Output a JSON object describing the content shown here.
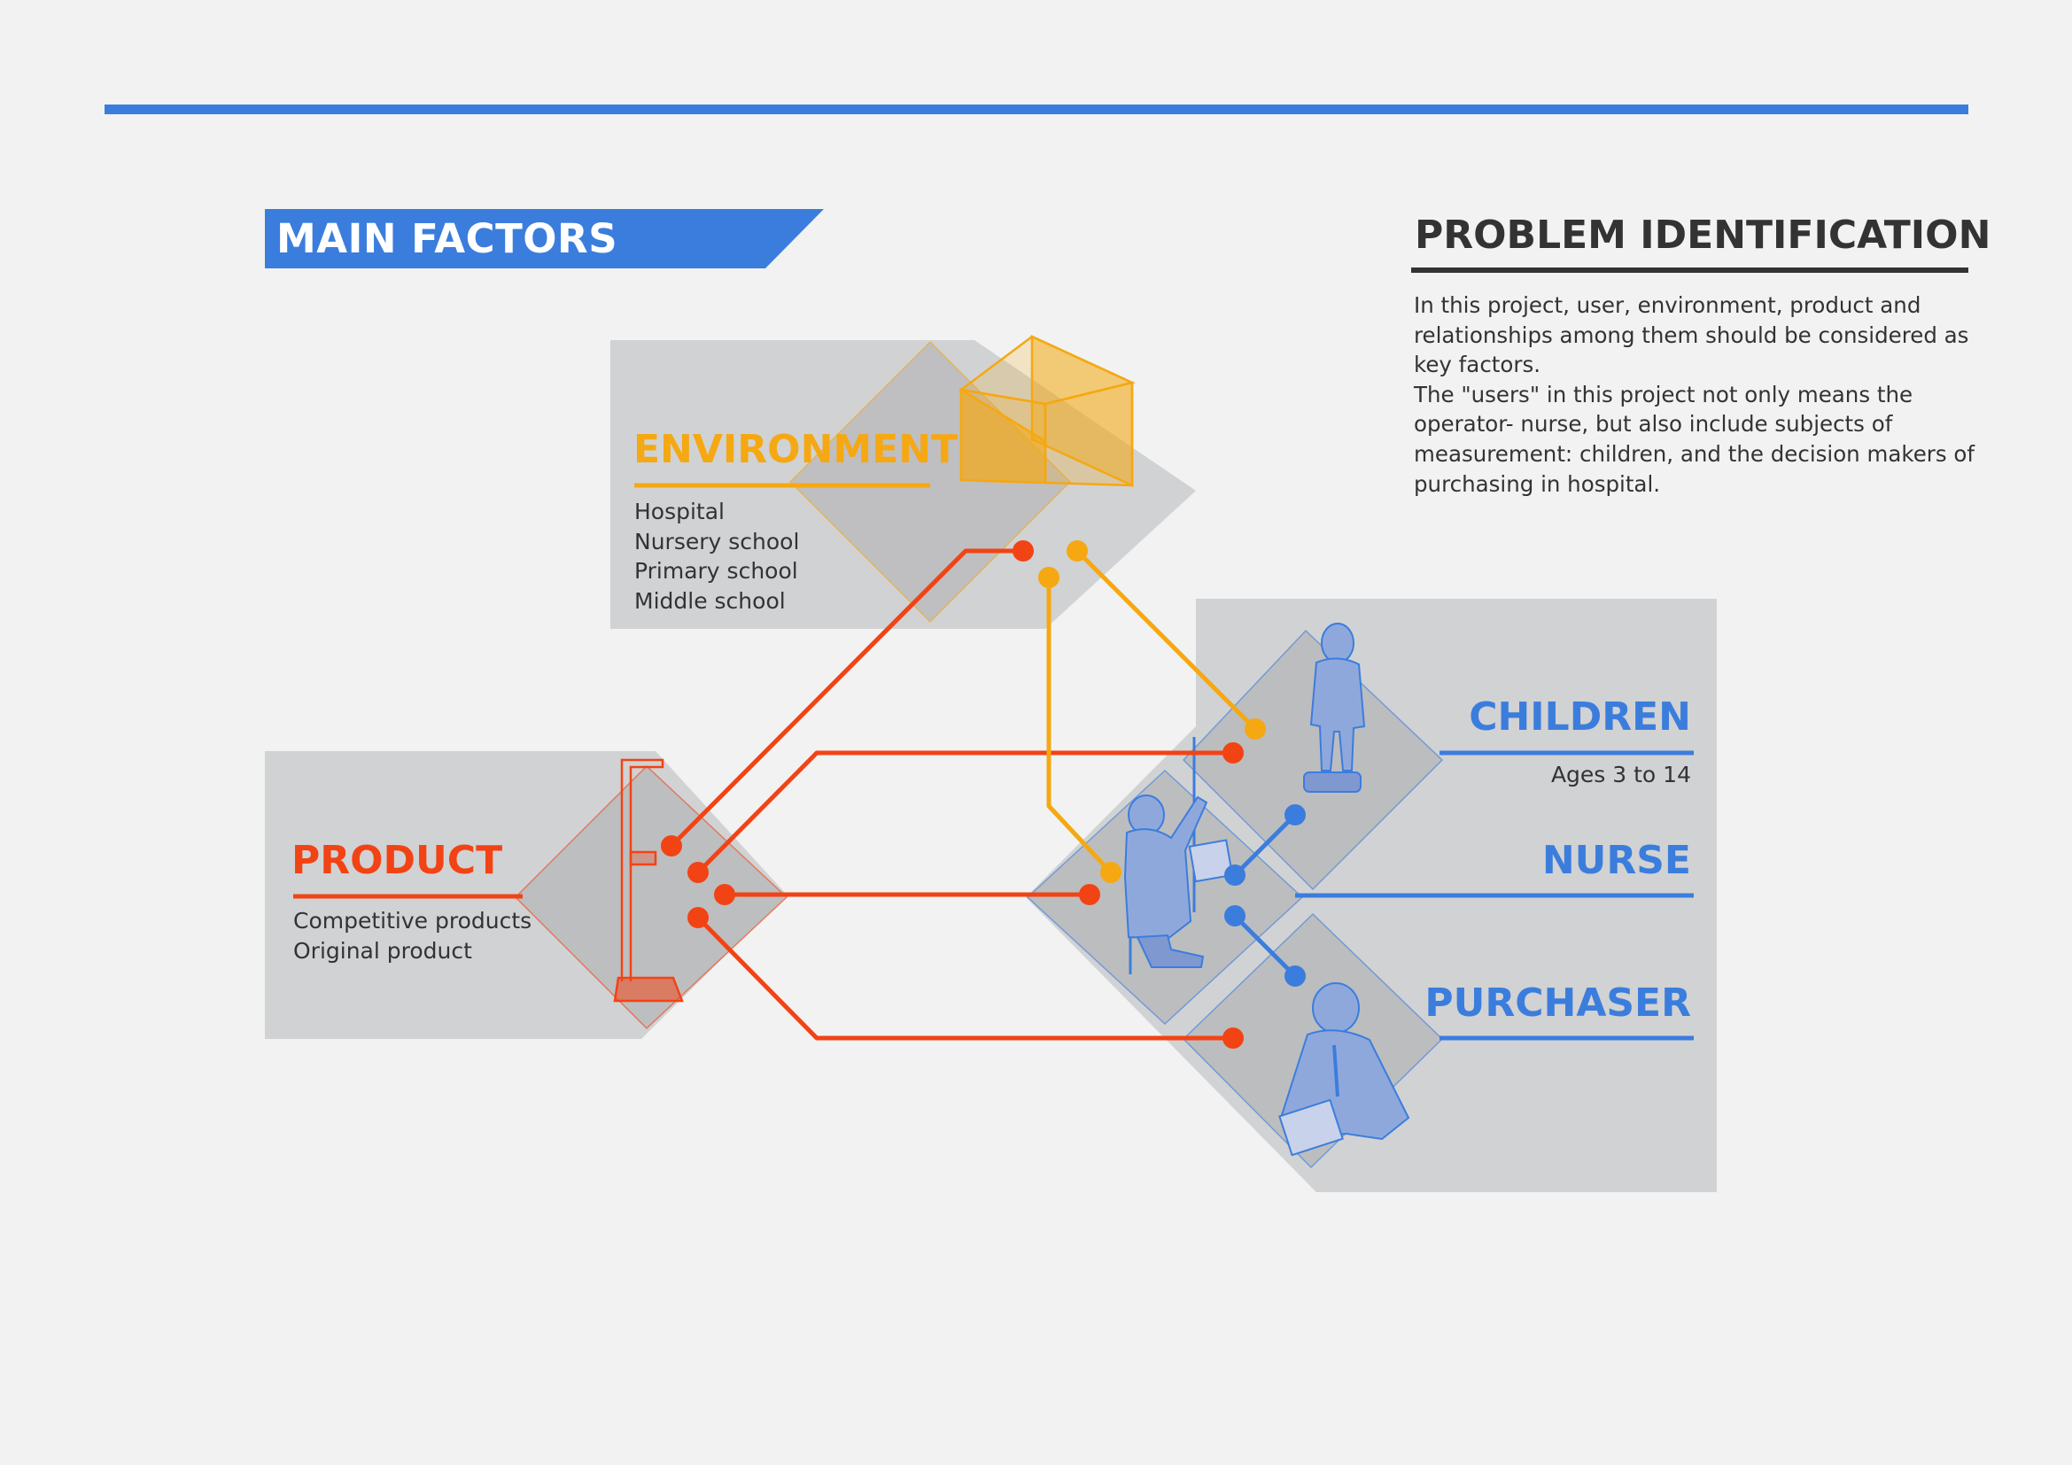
{
  "header": {
    "main_factors": "MAIN FACTORS",
    "problem_identification": "PROBLEM IDENTIFICATION"
  },
  "problem_text": [
    "In this project, user, environment, product and relationships among them should be considered as key factors.",
    "The \"users\" in this project not only means the operator- nurse, but also include subjects of measurement: children, and the decision makers of purchasing in hospital."
  ],
  "environment": {
    "title": "ENVIRONMENT",
    "items": [
      "Hospital",
      "Nursery school",
      "Primary school",
      "Middle school"
    ]
  },
  "product": {
    "title": "PRODUCT",
    "items": [
      "Competitive products",
      "Original product"
    ]
  },
  "users": {
    "children": {
      "title": "CHILDREN",
      "subtitle": "Ages 3 to 14"
    },
    "nurse": {
      "title": "NURSE"
    },
    "purchaser": {
      "title": "PURCHASER"
    }
  },
  "colors": {
    "accent_blue": "#3b7ddd",
    "environment_yellow": "#f5a812",
    "product_red": "#f24315",
    "panel_gray": "#d1d2d3",
    "diamond_gray": "#bcbdbf",
    "text_dark": "#333333"
  }
}
